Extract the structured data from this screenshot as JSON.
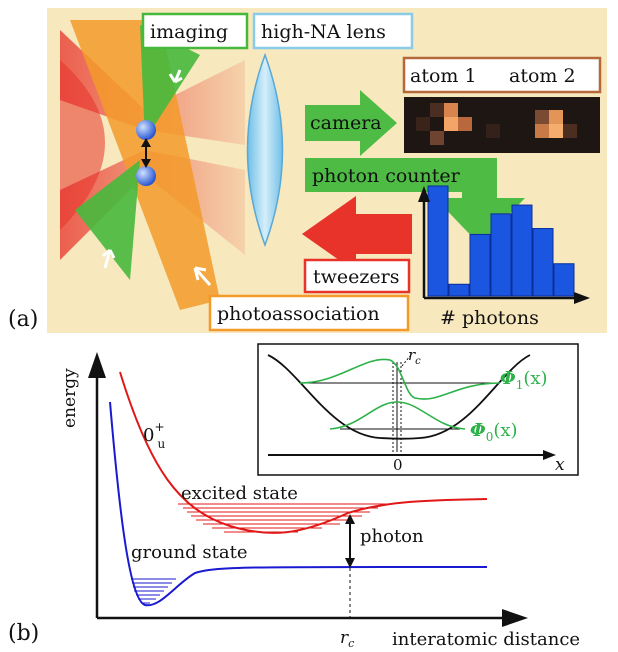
{
  "panel_a": {
    "tag": "(a)",
    "labels": {
      "imaging": "imaging",
      "lens": "high-NA lens",
      "atom1": "atom 1",
      "atom2": "atom 2",
      "camera": "camera",
      "photon_counter": "photon counter",
      "tweezers": "tweezers",
      "photoassociation": "photoassociation",
      "photons_axis": "# photons"
    },
    "histogram_values": [
      0.75,
      0.08,
      0.42,
      0.56,
      0.62,
      0.46,
      0.22
    ],
    "colors": {
      "background": "#f7e8bd",
      "tweezer": "#e8332b",
      "imaging_beam": "#46b93c",
      "photoassoc_beam": "#f39a2a",
      "lens": "#a9d9f2",
      "histogram": "#1a56e0",
      "atom": "#2a64e0"
    }
  },
  "panel_b": {
    "tag": "(b)",
    "y_axis_label": "energy",
    "x_axis_label": "interatomic distance",
    "state_excited": "excited state",
    "state_ground": "ground state",
    "molecular_label": "0",
    "molecular_sup": "+",
    "molecular_sub": "u",
    "photon_label": "photon",
    "rc_label": "r",
    "rc_sub": "c",
    "inset": {
      "phi1": "Φ",
      "phi1_sub": "1",
      "phi1_arg": "(x)",
      "phi0": "Φ",
      "phi0_sub": "0",
      "phi0_arg": "(x)",
      "zero": "0",
      "x_label": "x",
      "rc_label": "r",
      "rc_sub": "c"
    },
    "colors": {
      "excited": "#e01818",
      "ground": "#1a1ad0",
      "wavefunction": "#2db24a"
    }
  }
}
